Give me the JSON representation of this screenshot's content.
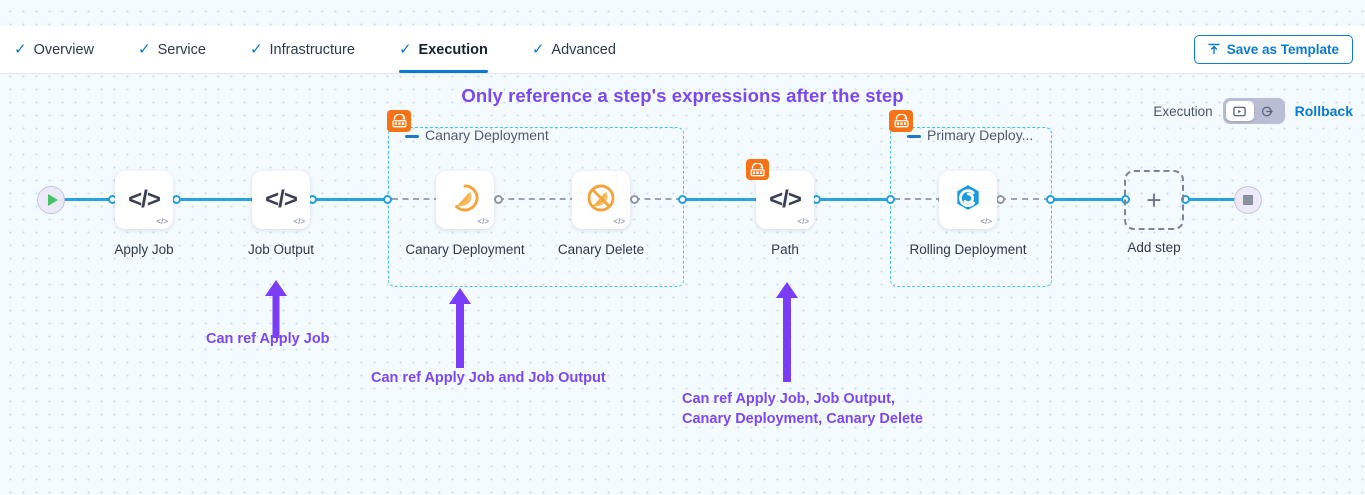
{
  "tabs": [
    {
      "label": "Overview",
      "icon": "check-icon",
      "active": false
    },
    {
      "label": "Service",
      "icon": "check-icon",
      "active": false
    },
    {
      "label": "Infrastructure",
      "icon": "check-icon",
      "active": false
    },
    {
      "label": "Execution",
      "icon": "check-icon",
      "active": true
    },
    {
      "label": "Advanced",
      "icon": "check-icon",
      "active": false
    }
  ],
  "toolbar": {
    "save_template_label": "Save as Template",
    "save_template_icon": "upload-template-icon"
  },
  "headline": "Only reference a step's expressions after the step",
  "mode_switch": {
    "label": "Execution",
    "left_icon": "execution-icon",
    "right_icon": "rollback-icon",
    "selected": "Execution",
    "rollback_label": "Rollback"
  },
  "pipeline": {
    "start_node": {
      "name": "start-node",
      "icon": "play-icon"
    },
    "end_node": {
      "name": "end-node",
      "icon": "stop-icon"
    },
    "add_step": {
      "label": "Add step",
      "icon": "plus-icon"
    },
    "steps": [
      {
        "id": "apply-job",
        "label": "Apply Job",
        "icon": "code-step-icon",
        "badge": null
      },
      {
        "id": "job-output",
        "label": "Job Output",
        "icon": "code-step-icon",
        "badge": null
      },
      {
        "id": "canary-deployment",
        "label": "Canary\nDeployment",
        "icon": "canary-bird-icon",
        "badge": null
      },
      {
        "id": "canary-delete",
        "label": "Canary Delete",
        "icon": "canary-delete-icon",
        "badge": null
      },
      {
        "id": "path",
        "label": "Path",
        "icon": "code-step-icon",
        "badge": "step-group-icon"
      },
      {
        "id": "rolling-deployment",
        "label": "Rolling\nDeployment",
        "icon": "rolling-deployment-icon",
        "badge": null
      }
    ],
    "groups": [
      {
        "id": "canary-deployment-group",
        "label": "Canary Deployment",
        "badge": "step-group-icon"
      },
      {
        "id": "primary-deployment-group",
        "label": "Primary Deploy...",
        "badge": "step-group-icon"
      }
    ]
  },
  "annotations": [
    {
      "id": "annot-apply-job",
      "text": "Can ref Apply Job"
    },
    {
      "id": "annot-canary-deployment",
      "text": "Can ref Apply Job and Job Output"
    },
    {
      "id": "annot-path",
      "text": "Can ref Apply Job, Job Output,\nCanary Deployment, Canary Delete"
    }
  ],
  "colors": {
    "accent_blue": "#0b7ad1",
    "connector_blue": "#29a3e0",
    "annotation_purple": "#7b47f0",
    "badge_orange": "#f97316",
    "group_border": "#4cc0f0"
  }
}
